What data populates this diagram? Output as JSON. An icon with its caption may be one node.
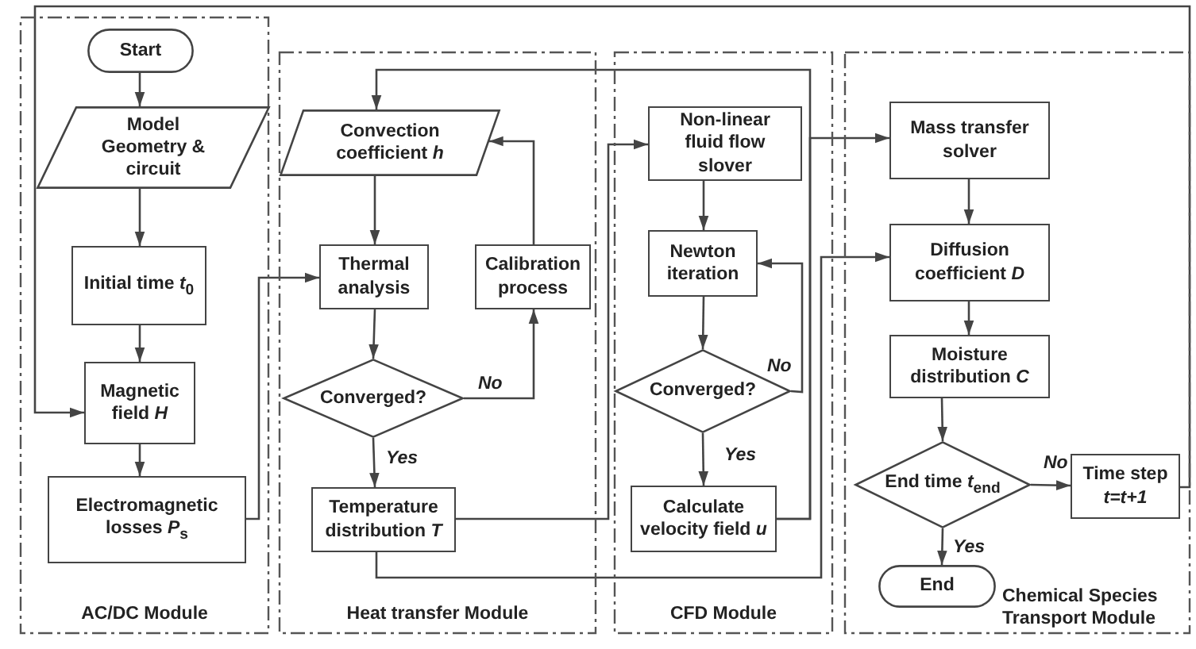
{
  "diagram": {
    "nodes": [
      {
        "text": [
          "AC/DC Module"
        ]
      },
      {
        "text": [
          "Start"
        ],
        "in": 0
      },
      {
        "text": [
          "Model Geometry & circuit"
        ],
        "in": 0
      },
      {
        "text": [
          "Initial time *t*$_{0}$"
        ],
        "in": 0
      },
      {
        "text": [
          "Magnetic field *H*"
        ],
        "in": 0
      },
      {
        "text": [
          "Electromagnetic losses *P*$_{s}$"
        ],
        "in": 0
      },
      {
        "text": [
          "Heat transfer Module"
        ]
      },
      {
        "text": [
          "Convection coefficient *h*"
        ],
        "in": 6
      },
      {
        "text": [
          "Thermal analysis"
        ],
        "in": 6
      },
      {
        "text": [
          "Calibration process"
        ],
        "in": 6
      },
      {
        "text": [
          "Converged?"
        ],
        "in": 6
      },
      {
        "text": [
          "Temperature distribution *T*"
        ],
        "in": 6
      },
      {
        "text": [
          "CFD  Module"
        ]
      },
      {
        "text": [
          "Non-linear fluid flow slover"
        ],
        "in": 12
      },
      {
        "text": [
          "Newton iteration"
        ],
        "in": 12
      },
      {
        "text": [
          "Converged?"
        ],
        "in": 12
      },
      {
        "text": [
          "Calculate velocity field *u*"
        ],
        "in": 12
      },
      {
        "text": [
          "Chemical Species Transport  Module"
        ]
      },
      {
        "text": [
          "Mass transfer solver"
        ],
        "in": 17
      },
      {
        "text": [
          "Diffusion coefficient *D*"
        ],
        "in": 17
      },
      {
        "text": [
          "Moisture distribution *C*"
        ],
        "in": 17
      },
      {
        "text": [
          "End time  *t*$_{end}$"
        ],
        "in": 17
      },
      {
        "text": [
          "Time step *t=t+1*"
        ],
        "in": 17
      },
      {
        "text": [
          "End"
        ],
        "in": 17
      }
    ],
    "edges": [
      {
        "from": 1,
        "to": 2,
        "arrow": "to"
      },
      {
        "from": 2,
        "to": 3,
        "arrow": "to"
      },
      {
        "from": 3,
        "to": 4,
        "arrow": "to"
      },
      {
        "from": 4,
        "to": 5,
        "arrow": "to"
      },
      {
        "from": 5,
        "to": 8,
        "arrow": "to"
      },
      {
        "from": 7,
        "to": 8,
        "arrow": "to"
      },
      {
        "from": 8,
        "to": 10,
        "arrow": "to"
      },
      {
        "from": 10,
        "to": 11,
        "arrow": "to",
        "label": "Yes"
      },
      {
        "from": 10,
        "to": 9,
        "arrow": "to",
        "label": "No"
      },
      {
        "from": 9,
        "to": 7,
        "arrow": "to"
      },
      {
        "from": 11,
        "to": 13,
        "arrow": "to"
      },
      {
        "from": 11,
        "to": 19,
        "arrow": "to"
      },
      {
        "from": 16,
        "to": 7,
        "arrow": "to"
      },
      {
        "from": 16,
        "to": 18,
        "arrow": "to"
      },
      {
        "from": 13,
        "to": 14,
        "arrow": "to"
      },
      {
        "from": 14,
        "to": 15,
        "arrow": "to"
      },
      {
        "from": 15,
        "to": 16,
        "arrow": "to",
        "label": "Yes"
      },
      {
        "from": 15,
        "to": 14,
        "arrow": "to",
        "label": "No"
      },
      {
        "from": 18,
        "to": 19,
        "arrow": "to"
      },
      {
        "from": 19,
        "to": 20,
        "arrow": "to"
      },
      {
        "from": 20,
        "to": 21,
        "arrow": "to"
      },
      {
        "from": 21,
        "to": 22,
        "arrow": "to",
        "label": "No"
      },
      {
        "from": 21,
        "to": 23,
        "arrow": "to",
        "label": "Yes"
      },
      {
        "from": 22,
        "to": 4,
        "arrow": "to"
      }
    ]
  }
}
